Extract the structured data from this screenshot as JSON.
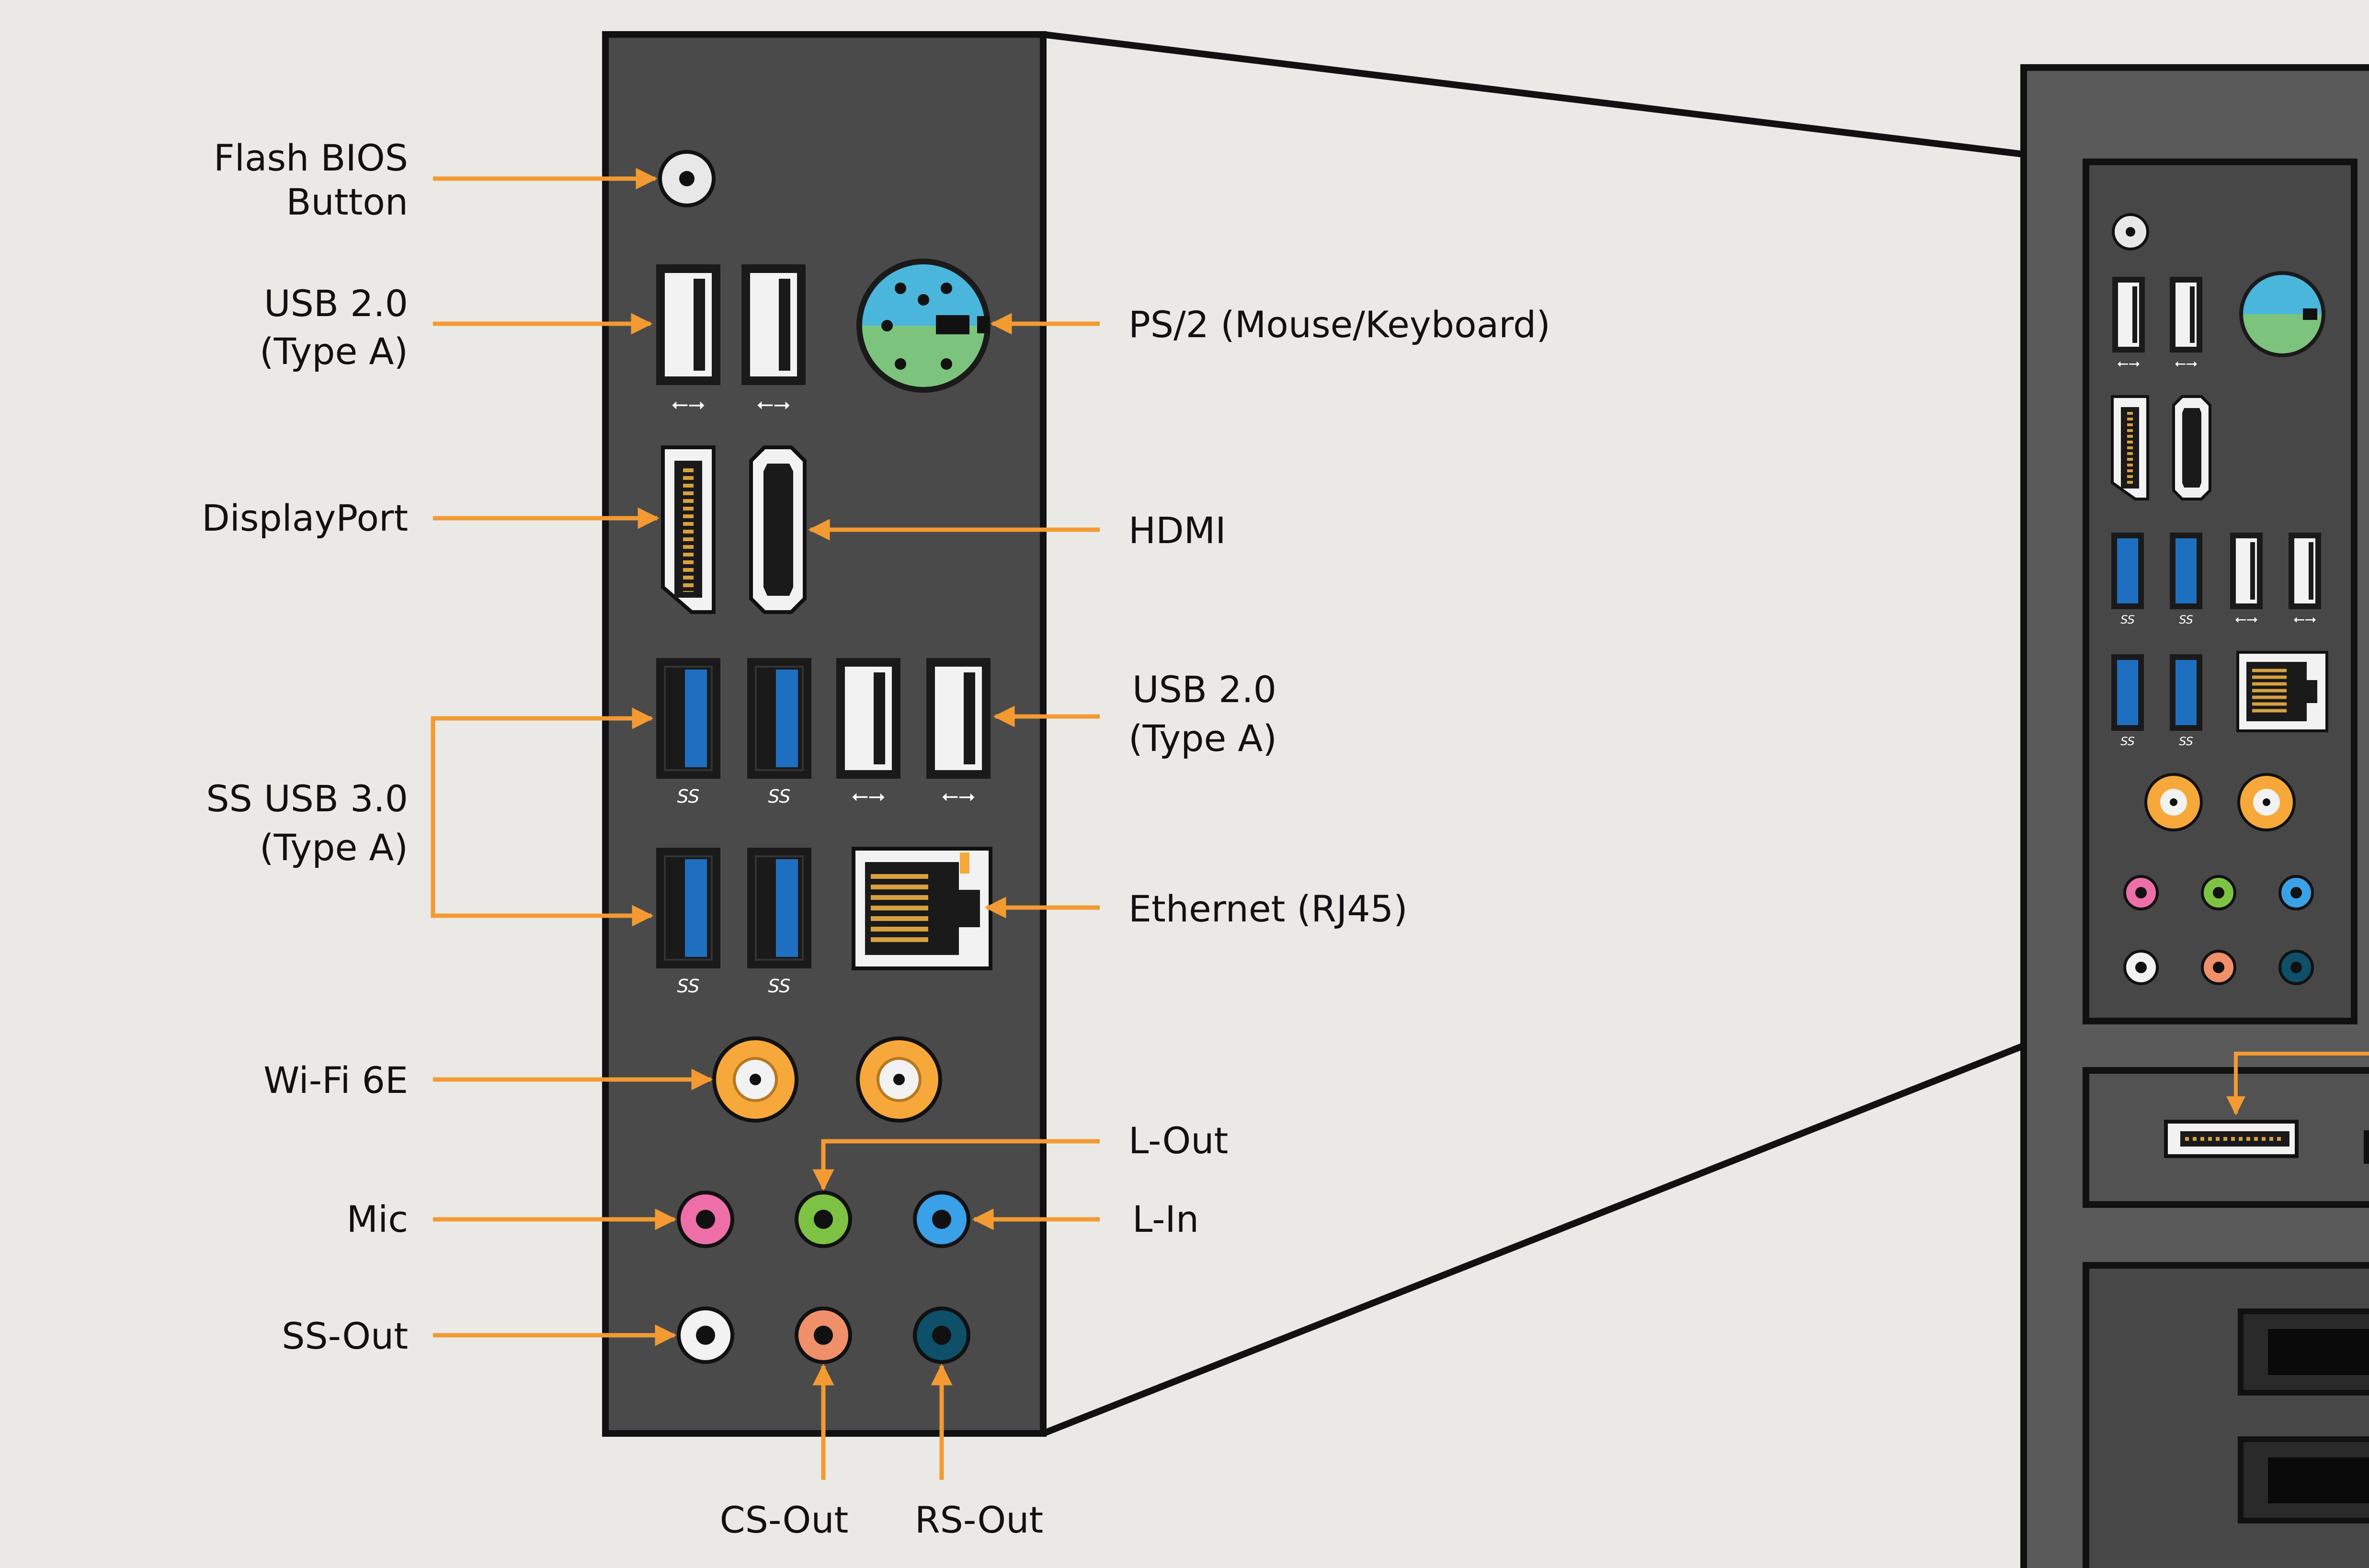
{
  "labels": {
    "flash_bios_line1": "Flash BIOS",
    "flash_bios_line2": "Button",
    "usb20_left_line1": "USB 2.0",
    "usb20_left_line2": "(Type A)",
    "displayport": "DisplayPort",
    "ss_usb30_line1": "SS USB 3.0",
    "ss_usb30_line2": "(Type A)",
    "wifi": "Wi-Fi 6E",
    "mic": "Mic",
    "ss_out": "SS-Out",
    "ps2": "PS/2 (Mouse/Keyboard)",
    "hdmi": "HDMI",
    "usb20_right_line1": "USB 2.0",
    "usb20_right_line2": "(Type A)",
    "ethernet": "Ethernet (RJ45)",
    "l_out": "L-Out",
    "l_in": "L-In",
    "cs_out": "CS-Out",
    "rs_out": "RS-Out"
  },
  "port_symbols": {
    "usb": "⭠⭢",
    "ss": "SS"
  },
  "colors": {
    "background": "#ebe9e6",
    "panel": "#4a4a4a",
    "outline": "#111111",
    "arrow": "#f39a32",
    "usb3_blue": "#1f6fc0",
    "ps2_top": "#4ab6dc",
    "ps2_bottom": "#7cc47e",
    "jack_pink": "#ee6fa8",
    "jack_green": "#7ec243",
    "jack_blue": "#3aa0e8",
    "jack_white": "#f2f2f2",
    "jack_orange": "#f0906a",
    "jack_teal": "#0e4f6a",
    "antenna": "#f6a83a"
  }
}
